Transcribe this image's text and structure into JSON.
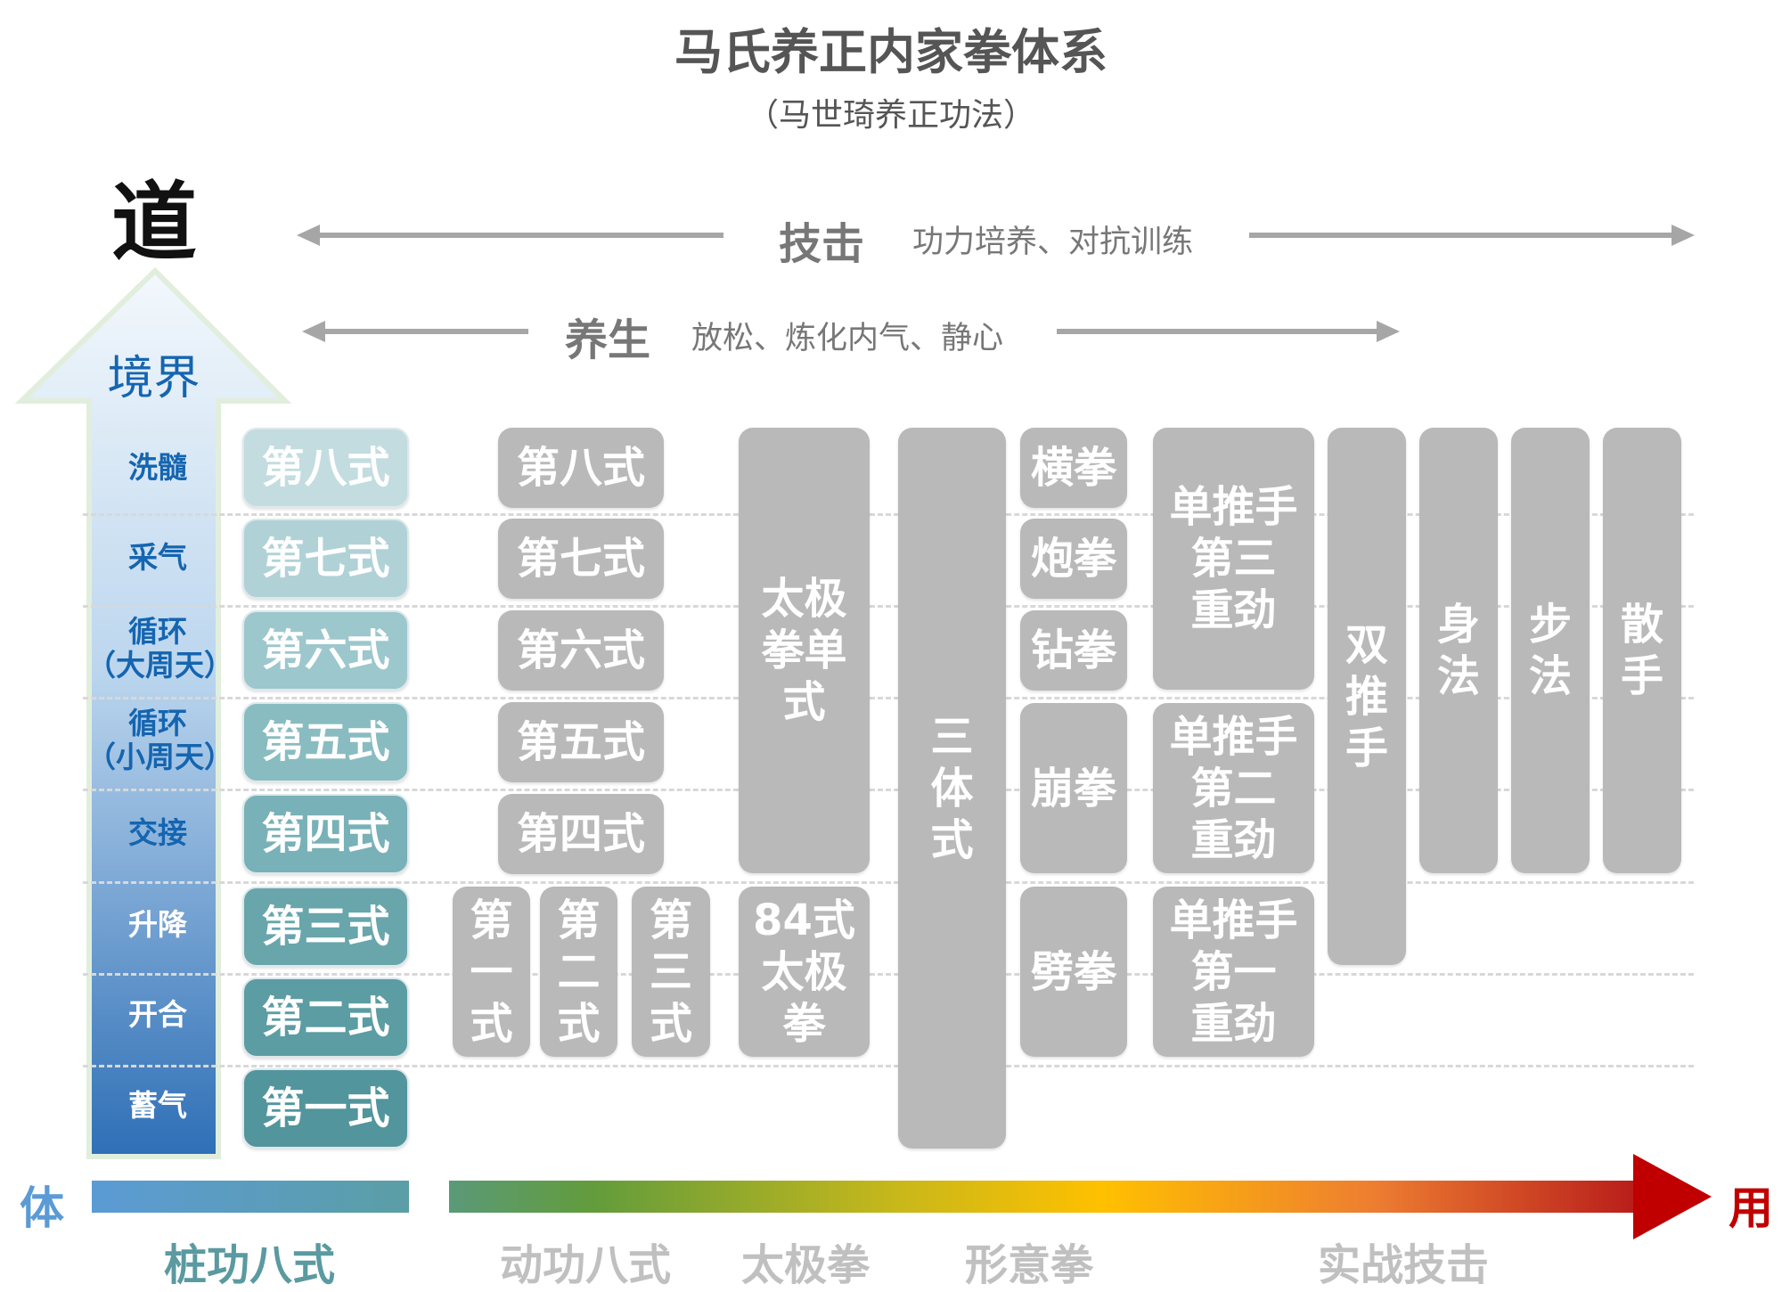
{
  "title": "马氏养正内家拳体系",
  "subtitle": "（马世琦养正功法）",
  "top_char": "道",
  "bands": {
    "jiji": {
      "main": "技击",
      "sub": "功力培养、对抗训练"
    },
    "yangsheng": {
      "main": "养生",
      "sub": "放松、炼化内气、静心"
    }
  },
  "arrow_label": "境界",
  "levels": [
    "洗髓",
    "采气",
    "循环\n（大周天）",
    "循环\n（小周天）",
    "交接",
    "升降",
    "开合",
    "蓄气"
  ],
  "zhuanggong": [
    "第八式",
    "第七式",
    "第六式",
    "第五式",
    "第四式",
    "第三式",
    "第二式",
    "第一式"
  ],
  "donggong": [
    "第八式",
    "第七式",
    "第六式",
    "第五式",
    "第四式"
  ],
  "donggong_vertical": [
    "第\n一\n式",
    "第\n二\n式",
    "第\n三\n式"
  ],
  "taiji": {
    "single": "太极\n拳单\n式",
    "form84": "84式\n太极\n拳"
  },
  "santi": "三\n体\n式",
  "xingyi": [
    "横拳",
    "炮拳",
    "钻拳",
    "崩拳",
    "劈拳"
  ],
  "tuishou": [
    "单推手\n第三\n重劲",
    "单推手\n第二\n重劲",
    "单推手\n第一\n重劲"
  ],
  "shuang": "双\n推\n手",
  "combat": [
    "身\n法",
    "步\n法",
    "散\n手"
  ],
  "axis": {
    "left": "体",
    "right": "用",
    "labels": [
      "桩功八式",
      "动功八式",
      "太极拳",
      "形意拳",
      "实战技击"
    ]
  },
  "colors": {
    "zhuang": [
      "#c3dcdf",
      "#b0d2d6",
      "#9cc7cc",
      "#88bcc1",
      "#78b1b7",
      "#68a6ac",
      "#5c9ca3",
      "#52959c"
    ],
    "gray": "#b9b9b9",
    "blue_text": "#1565b0",
    "red": "#c00000"
  }
}
